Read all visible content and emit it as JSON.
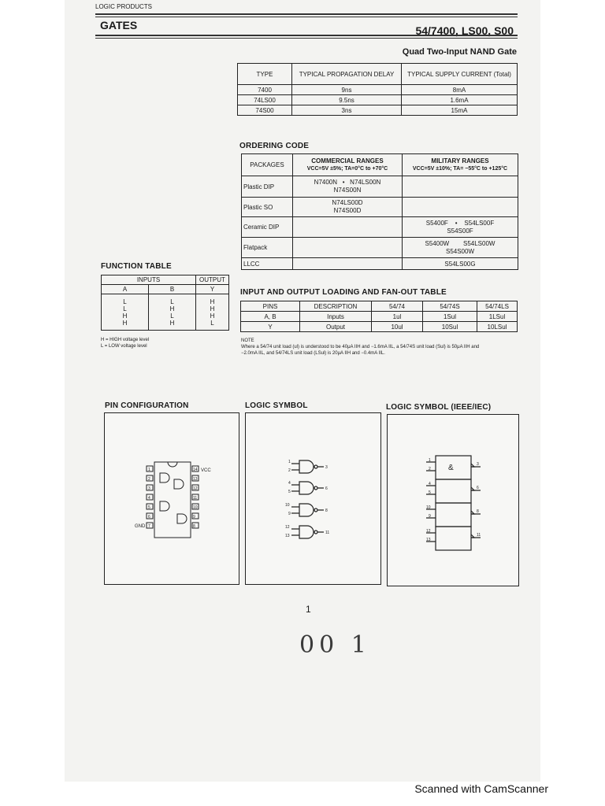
{
  "header": {
    "category": "LOGIC PRODUCTS",
    "section": "GATES",
    "part_numbers": "54/7400, LS00, S00",
    "subtitle": "Quad Two-Input NAND Gate"
  },
  "type_table": {
    "headers": [
      "TYPE",
      "TYPICAL PROPAGATION DELAY",
      "TYPICAL SUPPLY CURRENT (Total)"
    ],
    "rows": [
      [
        "7400",
        "9ns",
        "8mA"
      ],
      [
        "74LS00",
        "9.5ns",
        "1.6mA"
      ],
      [
        "74S00",
        "3ns",
        "15mA"
      ]
    ]
  },
  "ordering_code": {
    "title": "ORDERING CODE",
    "headers": {
      "packages": "PACKAGES",
      "commercial": "COMMERCIAL RANGES",
      "commercial_cond": "VCC=5V ±5%; TA=0°C to +70°C",
      "military": "MILITARY RANGES",
      "military_cond": "VCC=5V ±10%; TA= −55°C to +125°C"
    },
    "rows": [
      {
        "package": "Plastic DIP",
        "commercial": [
          "N7400N",
          "N74LS00N",
          "N74S00N"
        ],
        "military": []
      },
      {
        "package": "Plastic SO",
        "commercial": [
          "N74LS00D",
          "N74S00D"
        ],
        "military": []
      },
      {
        "package": "Ceramic DIP",
        "commercial": [],
        "military": [
          "S5400F",
          "S54LS00F",
          "S54S00F"
        ]
      },
      {
        "package": "Flatpack",
        "commercial": [],
        "military": [
          "S5400W",
          "S54LS00W",
          "S54S00W"
        ]
      },
      {
        "package": "LLCC",
        "commercial": [],
        "military": [
          "S54LS00G"
        ]
      }
    ]
  },
  "function_table": {
    "title": "FUNCTION TABLE",
    "group_inputs": "INPUTS",
    "group_output": "OUTPUT",
    "headers": [
      "A",
      "B",
      "Y"
    ],
    "rows": [
      [
        "L",
        "L",
        "H"
      ],
      [
        "L",
        "H",
        "H"
      ],
      [
        "H",
        "L",
        "H"
      ],
      [
        "H",
        "H",
        "L"
      ]
    ],
    "notes": [
      "H = HIGH voltage level",
      "L = LOW voltage level"
    ]
  },
  "loading_table": {
    "title": "INPUT AND OUTPUT LOADING AND FAN-OUT TABLE",
    "headers": [
      "PINS",
      "DESCRIPTION",
      "54/74",
      "54/74S",
      "54/74LS"
    ],
    "rows": [
      [
        "A, B",
        "Inputs",
        "1ul",
        "1Sul",
        "1LSul"
      ],
      [
        "Y",
        "Output",
        "10ul",
        "10Sul",
        "10LSul"
      ]
    ],
    "note_label": "NOTE",
    "note_lines": [
      "Where a 54/74 unit load (ul) is understood to be 40μA IIH and −1.6mA IIL, a 54/74S unit load (Sul) is 50μA IIH and",
      "−2.0mA IIL, and 54/74LS unit load (LSul) is 20μA IIH and −0.4mA IIL."
    ]
  },
  "diagrams": {
    "pin_config_title": "PIN CONFIGURATION",
    "logic_symbol_title": "LOGIC SYMBOL",
    "logic_symbol_ieee_title": "LOGIC SYMBOL (IEEE/IEC)",
    "vcc_label": "VCC",
    "gnd_label": "GND",
    "amp_label": "&"
  },
  "page_number": "1",
  "handwriting": "00 1",
  "footer": "Scanned with CamScanner"
}
